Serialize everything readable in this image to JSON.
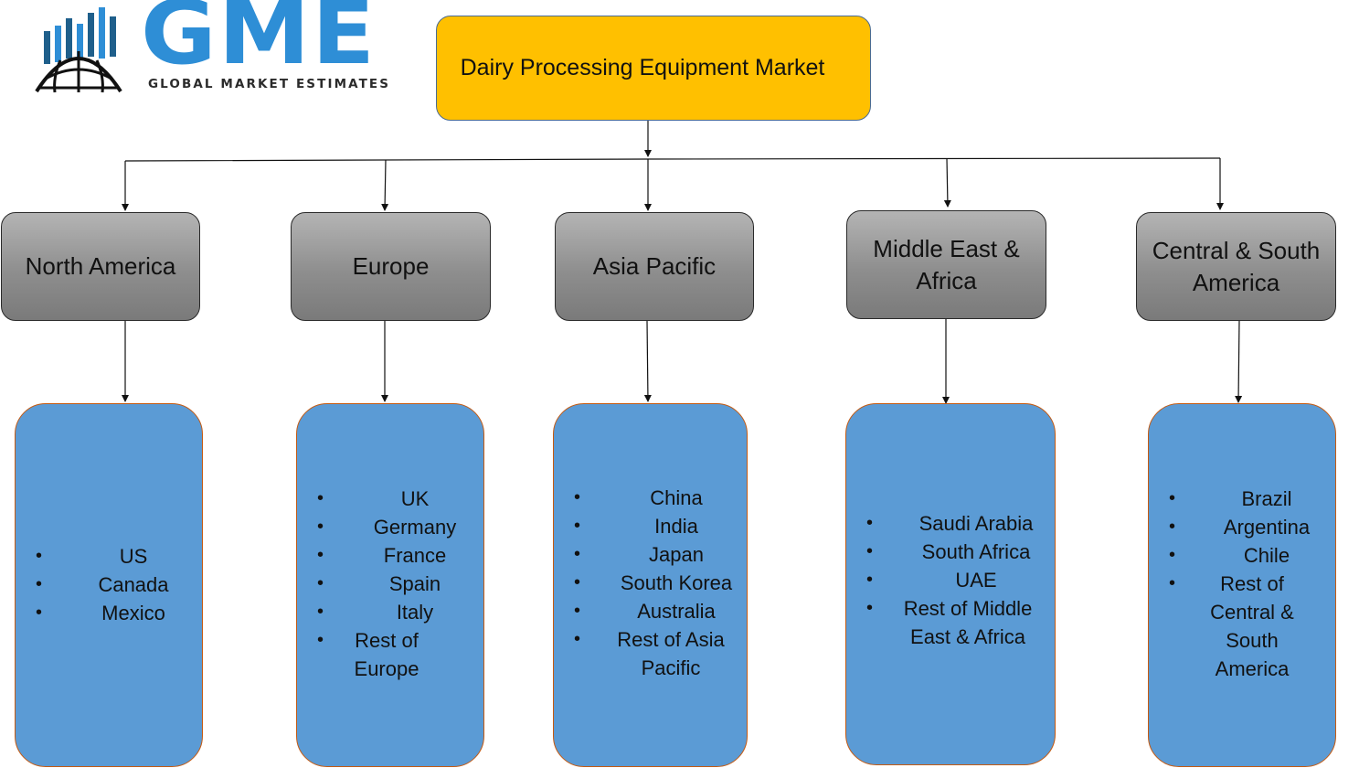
{
  "logo": {
    "letters": "GME",
    "tagline": "GLOBAL MARKET ESTIMATES",
    "brand_color": "#2e8ed6",
    "icon": "globe-with-bars-icon"
  },
  "root": {
    "label": "Dairy Processing Equipment Market"
  },
  "regions": [
    {
      "label": "North America",
      "countries": [
        "US",
        "Canada",
        "Mexico"
      ]
    },
    {
      "label": "Europe",
      "countries": [
        "UK",
        "Germany",
        "France",
        "Spain",
        "Italy",
        "Rest of Europe"
      ]
    },
    {
      "label": "Asia Pacific",
      "countries": [
        "China",
        "India",
        "Japan",
        "South Korea",
        "Australia",
        "Rest of Asia Pacific"
      ]
    },
    {
      "label": "Middle East & Africa",
      "countries": [
        "Saudi Arabia",
        "South Africa",
        "UAE",
        "Rest of Middle East & Africa"
      ]
    },
    {
      "label": "Central & South America",
      "countries": [
        "Brazil",
        "Argentina",
        "Chile",
        "Rest of Central & South America"
      ]
    }
  ],
  "colors": {
    "root_fill": "#ffc000",
    "region_fill": "#8e8e8e",
    "panel_fill": "#5b9bd5",
    "panel_border": "#c55a11"
  }
}
